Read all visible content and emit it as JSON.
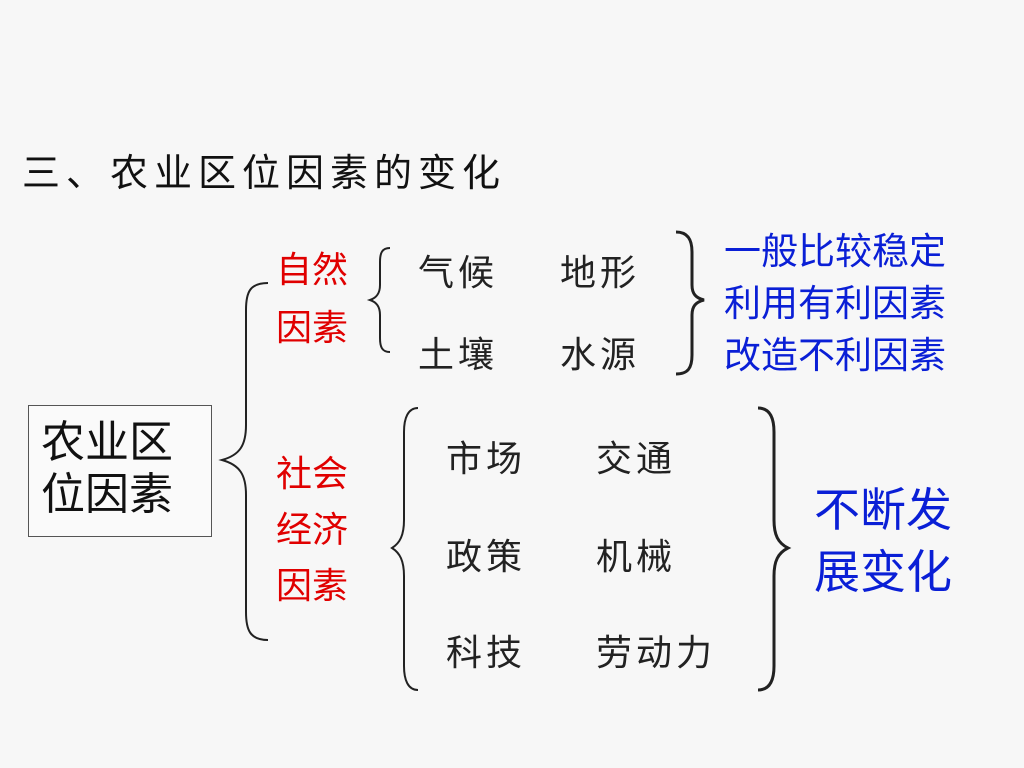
{
  "title": "三、农业区位因素的变化",
  "root": {
    "line1": "农业区",
    "line2": "位因素"
  },
  "natural": {
    "label_line1": "自然",
    "label_line2": "因素",
    "items": [
      "气候",
      "地形",
      "土壤",
      "水源"
    ],
    "result": [
      "一般比较稳定",
      "利用有利因素",
      "改造不利因素"
    ]
  },
  "social": {
    "label_line1": "社会",
    "label_line2": "经济",
    "label_line3": "因素",
    "items": [
      "市场",
      "交通",
      "政策",
      "机械",
      "科技",
      "劳动力"
    ],
    "result": [
      "不断发",
      "展变化"
    ]
  },
  "colors": {
    "red_label": "#e00000",
    "blue_result": "#0a1fd6",
    "text": "#222222",
    "background": "#f7f7f7"
  }
}
